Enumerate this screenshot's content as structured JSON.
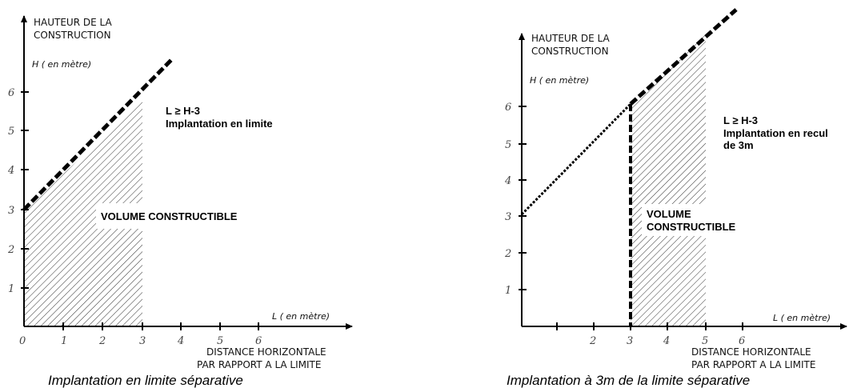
{
  "diagrams": [
    {
      "y_title": [
        "HAUTEUR DE LA",
        "CONSTRUCTION"
      ],
      "y_unit": "H ( en mètre)",
      "x_unit": "L ( en mètre)",
      "x_caption": [
        "DISTANCE HORIZONTALE",
        "PAR RAPPORT A LA LIMITE"
      ],
      "x_ticks": [
        "0",
        "1",
        "2",
        "3",
        "4",
        "5",
        "6"
      ],
      "y_ticks": [
        "1",
        "2",
        "3",
        "4",
        "5",
        "6"
      ],
      "rule": "L ≥ H-3",
      "rule_detail": [
        "Implantation en limite"
      ],
      "volume_label": [
        "VOLUME CONSTRUCTIBLE"
      ],
      "caption": "Implantation en limite séparative"
    },
    {
      "y_title": [
        "HAUTEUR DE LA",
        "CONSTRUCTION"
      ],
      "y_unit": "H ( en mètre)",
      "x_unit": "L ( en mètre)",
      "x_caption": [
        "DISTANCE HORIZONTALE",
        "PAR RAPPORT A LA LIMITE"
      ],
      "x_ticks": [
        "2",
        "3",
        "4",
        "5",
        "6"
      ],
      "y_ticks": [
        "1",
        "2",
        "3",
        "4",
        "5",
        "6"
      ],
      "rule": "L ≥ H-3",
      "rule_detail": [
        "Implantation en recul",
        "de 3m"
      ],
      "volume_label": [
        "VOLUME",
        "CONSTRUCTIBLE"
      ],
      "caption": "Implantation à 3m de la limite séparative"
    }
  ]
}
